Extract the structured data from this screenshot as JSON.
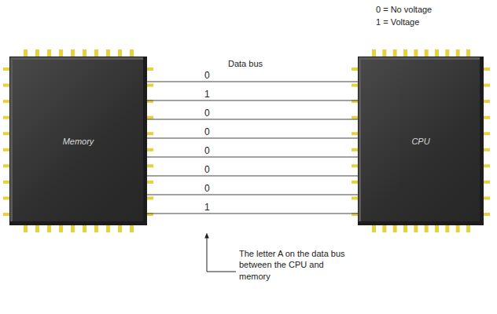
{
  "diagram": {
    "nodes": [
      {
        "text": [
          "Memory"
        ]
      },
      {
        "text": [
          "CPU"
        ]
      }
    ],
    "edges": [
      {
        "from": 0,
        "to": 1,
        "arrow": "none",
        "label": "0"
      },
      {
        "from": 0,
        "to": 1,
        "arrow": "none",
        "label": "1"
      },
      {
        "from": 0,
        "to": 1,
        "arrow": "none",
        "label": "0"
      },
      {
        "from": 0,
        "to": 1,
        "arrow": "none",
        "label": "0"
      },
      {
        "from": 0,
        "to": 1,
        "arrow": "none",
        "label": "0"
      },
      {
        "from": 0,
        "to": 1,
        "arrow": "none",
        "label": "0"
      },
      {
        "from": 0,
        "to": 1,
        "arrow": "none",
        "label": "0"
      },
      {
        "from": 0,
        "to": 1,
        "arrow": "none",
        "label": "1"
      }
    ],
    "labels": [
      "0 = No voltage",
      "1 = Voltage",
      "Data bus",
      "The letter A on the data bus between the CPU and memory"
    ]
  }
}
